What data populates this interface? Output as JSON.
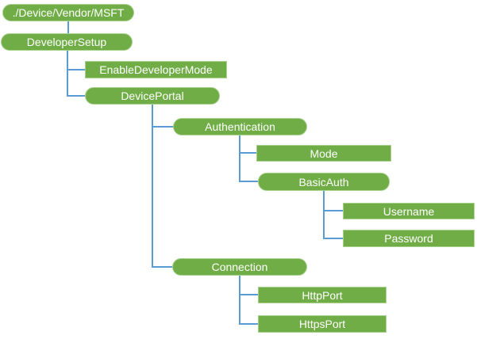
{
  "diagram_type": "tree",
  "colors": {
    "node_fill": "#70AD47",
    "node_border": "#A9D18E",
    "node_text": "#FFFFFF",
    "connector": "#5B9BD5",
    "background": "#FFFFFF"
  },
  "tree": {
    "label": "./Device/Vendor/MSFT",
    "shape": "rounded",
    "children": [
      {
        "label": "DeveloperSetup",
        "shape": "rounded",
        "children": [
          {
            "label": "EnableDeveloperMode",
            "shape": "rectangle",
            "children": []
          },
          {
            "label": "DevicePortal",
            "shape": "rounded",
            "children": [
              {
                "label": "Authentication",
                "shape": "rounded",
                "children": [
                  {
                    "label": "Mode",
                    "shape": "rectangle",
                    "children": []
                  },
                  {
                    "label": "BasicAuth",
                    "shape": "rounded",
                    "children": [
                      {
                        "label": "Username",
                        "shape": "rectangle",
                        "children": []
                      },
                      {
                        "label": "Password",
                        "shape": "rectangle",
                        "children": []
                      }
                    ]
                  }
                ]
              },
              {
                "label": "Connection",
                "shape": "rounded",
                "children": [
                  {
                    "label": "HttpPort",
                    "shape": "rectangle",
                    "children": []
                  },
                  {
                    "label": "HttpsPort",
                    "shape": "rectangle",
                    "children": []
                  }
                ]
              }
            ]
          }
        ]
      }
    ]
  }
}
